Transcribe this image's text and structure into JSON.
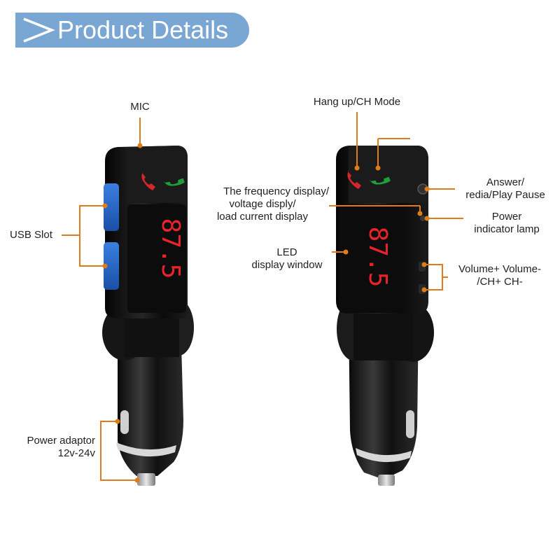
{
  "header": {
    "title": "Product Details",
    "arrow_icon": "chevron-right-icon"
  },
  "device": {
    "display_reading": "87.5",
    "display_color": "#e8242a",
    "body_color": "#141414",
    "accent_color": "#e07b1a",
    "hangup_icon_color": "#d7262b",
    "answer_icon_color": "#1f9f3a"
  },
  "labels": {
    "mic": "MIC",
    "usb_slot": "USB Slot",
    "power_adaptor_line1": "Power adaptor",
    "power_adaptor_line2": "12v-24v",
    "hangup": "Hang up/CH Mode",
    "frequency_line1": "The frequency display/",
    "frequency_line2": "voltage disply/",
    "frequency_line3": "load current display",
    "led_line1": "LED",
    "led_line2": "display window",
    "answer_line1": "Answer/",
    "answer_line2": "redia/Play Pause",
    "power_lamp_line1": "Power",
    "power_lamp_line2": "indicator lamp",
    "volume_line1": "Volume+ Volume-",
    "volume_line2": "/CH+ CH-"
  }
}
